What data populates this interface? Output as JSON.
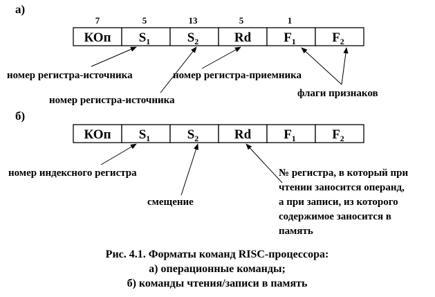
{
  "part_a": {
    "label": "а)",
    "bit_widths": [
      "7",
      "5",
      "13",
      "5",
      "1",
      ""
    ],
    "fields": [
      {
        "main": "КОп",
        "sub": ""
      },
      {
        "main": "S",
        "sub": "1"
      },
      {
        "main": "S",
        "sub": "2"
      },
      {
        "main": "Rd",
        "sub": ""
      },
      {
        "main": "F",
        "sub": "1"
      },
      {
        "main": "F",
        "sub": "2"
      }
    ],
    "annotations": {
      "source1": "номер регистра-источника",
      "source2": "номер регистра-источника",
      "dest": "номер регистра-приемника",
      "flags": "флаги признаков"
    }
  },
  "part_b": {
    "label": "б)",
    "fields": [
      {
        "main": "КОп",
        "sub": ""
      },
      {
        "main": "S",
        "sub": "1"
      },
      {
        "main": "S",
        "sub": "2"
      },
      {
        "main": "Rd",
        "sub": ""
      },
      {
        "main": "F",
        "sub": "1"
      },
      {
        "main": "F",
        "sub": "2"
      }
    ],
    "annotations": {
      "index": "номер индексного регистра",
      "offset": "смещение",
      "reg_lines": [
        "№ регистра, в который при",
        "чтении заносится операнд,",
        "а при записи, из которого",
        "содержимое заносится в",
        "память"
      ]
    }
  },
  "caption": {
    "line1": "Рис. 4.1. Форматы команд RISC-процессора:",
    "line2": "а) операционные команды;",
    "line3": "б) команды чтения/записи в память"
  }
}
